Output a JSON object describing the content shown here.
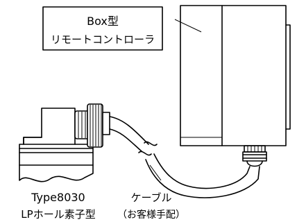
{
  "labels": {
    "box_title": "Box型",
    "box_subtitle": "リモートコントローラ",
    "sensor_model": "Type8030",
    "sensor_type": "LPホール素子型",
    "cable_label": "ケーブル",
    "cable_note": "（お客様手配）"
  }
}
